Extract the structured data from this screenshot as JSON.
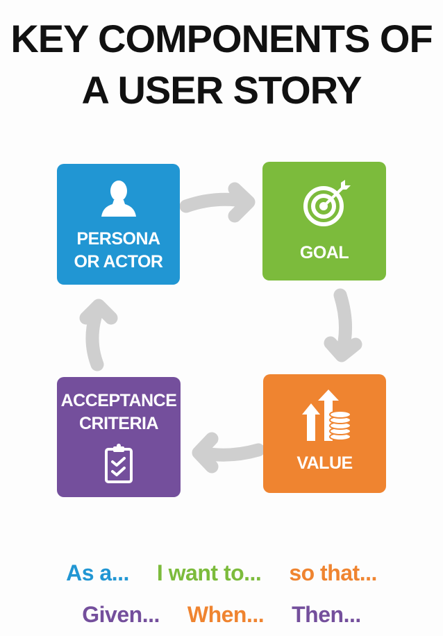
{
  "title": {
    "line1": "KEY COMPONENTS OF",
    "line2": "A USER STORY"
  },
  "components": [
    {
      "label_lines": [
        "PERSONA",
        "OR ACTOR"
      ],
      "icon": "person-icon",
      "color": "#2196d3"
    },
    {
      "label_lines": [
        "GOAL"
      ],
      "icon": "target-icon",
      "color": "#7cbb3c"
    },
    {
      "label_lines": [
        "VALUE"
      ],
      "icon": "growth-coins-icon",
      "color": "#ef8430"
    },
    {
      "label_lines": [
        "ACCEPTANCE",
        "CRITERIA"
      ],
      "icon": "checklist-clipboard-icon",
      "color": "#744f9c"
    }
  ],
  "arrow_color": "#cfcfcf",
  "phrases": {
    "row1": [
      {
        "text": "As a...",
        "color": "#2196d3"
      },
      {
        "text": "I want to...",
        "color": "#7cbb3c"
      },
      {
        "text": "so that...",
        "color": "#ef8430"
      }
    ],
    "row2": [
      {
        "text": "Given...",
        "color": "#744f9c"
      },
      {
        "text": "When...",
        "color": "#ef8430"
      },
      {
        "text": "Then...",
        "color": "#744f9c"
      }
    ]
  }
}
